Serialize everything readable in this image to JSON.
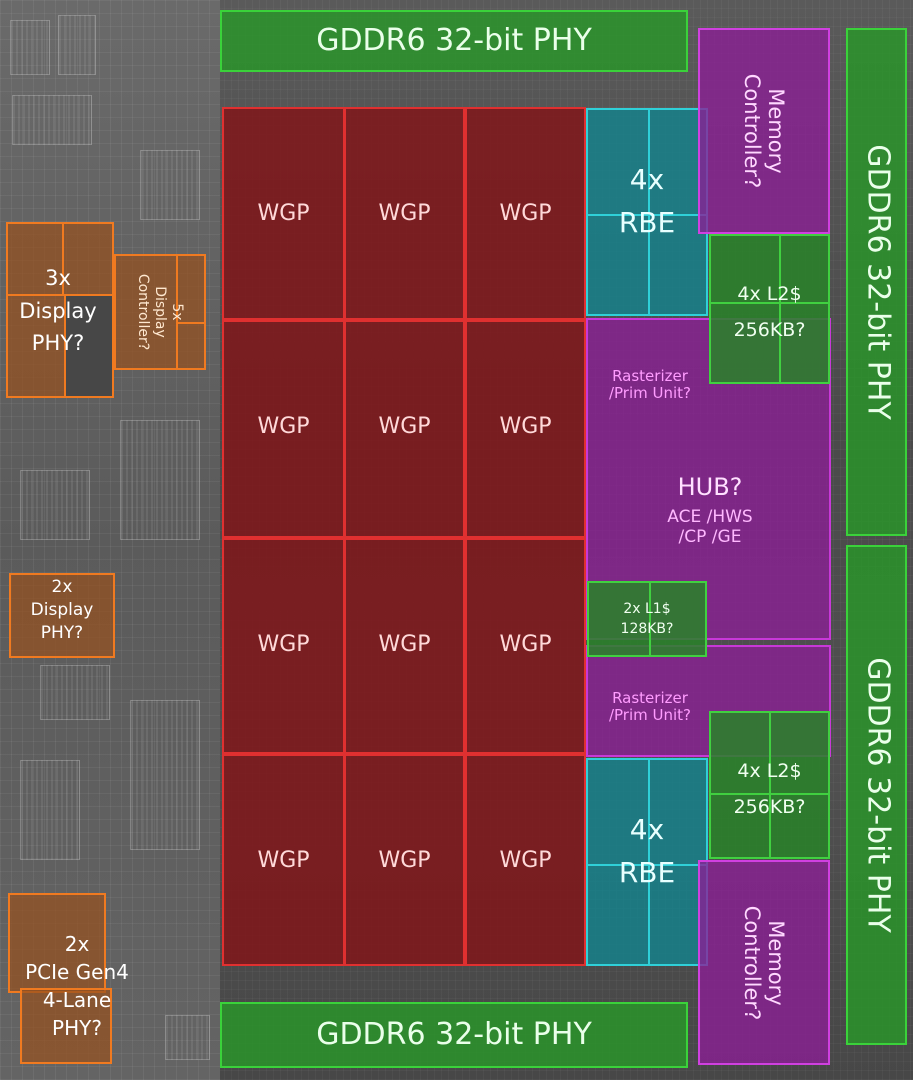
{
  "gddr_phy": {
    "top": "GDDR6 32-bit PHY",
    "bottom": "GDDR6 32-bit PHY",
    "right_upper": "GDDR6 32-bit PHY",
    "right_lower": "GDDR6 32-bit PHY"
  },
  "wgp_label": "WGP",
  "rbe": {
    "upper": "4x\nRBE",
    "lower": "4x\nRBE"
  },
  "memory_controller": {
    "upper": "Memory\nController?",
    "lower": "Memory\nController?"
  },
  "l2": {
    "upper": "4x L2$\n256KB?",
    "lower": "4x L2$\n256KB?"
  },
  "rasterizer": {
    "upper": "Rasterizer\n/Prim Unit?",
    "lower": "Rasterizer\n/Prim Unit?"
  },
  "hub": {
    "title": "HUB?",
    "sub": "ACE /HWS\n/CP /GE"
  },
  "l1": "2x L1$\n128KB?",
  "display_phy_3x": "3x\nDisplay\nPHY?",
  "display_controller": "5x\nDisplay\nController?",
  "display_phy_2x": "2x\nDisplay\nPHY?",
  "pcie_phy": "2x\nPCIe Gen4\n4-Lane\nPHY?",
  "colors": {
    "wgp": "#e03030",
    "rbe": "#2fd0d8",
    "phy": "#3ad23a",
    "purple": "#d040e0",
    "display": "#f07a20"
  }
}
